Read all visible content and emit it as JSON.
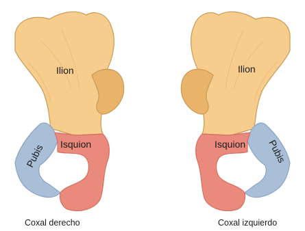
{
  "figure": {
    "left_bone": {
      "labels": {
        "ilium": "Ilion",
        "ischium": "Isquion",
        "pubis": "Pubis"
      },
      "caption": "Coxal derecho"
    },
    "right_bone": {
      "labels": {
        "ilium": "Ilion",
        "ischium": "Isquion",
        "pubis": "Pubis"
      },
      "caption": "Coxal izquierdo"
    },
    "colors": {
      "ilium": "#f6cd8d",
      "ilium_shade": "#e9b36a",
      "ischium": "#e98a7c",
      "ischium_shade": "#d86d60",
      "pubis": "#a9bfd8",
      "pubis_shade": "#8aa4c3",
      "outline": "#c79a55"
    }
  }
}
